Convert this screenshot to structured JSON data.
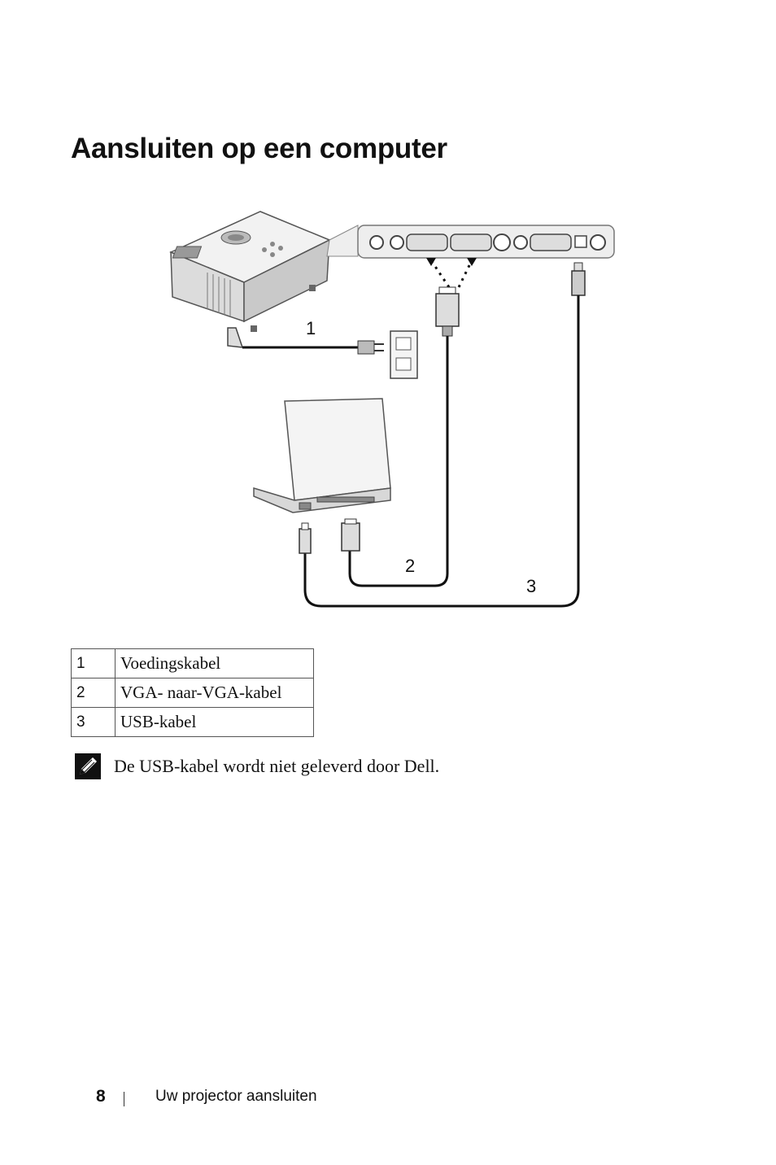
{
  "page": {
    "title": "Aansluiten op een computer"
  },
  "figure": {
    "callouts": [
      "1",
      "2",
      "3"
    ]
  },
  "legend": [
    {
      "num": "1",
      "label": "Voedingskabel"
    },
    {
      "num": "2",
      "label": "VGA- naar-VGA-kabel"
    },
    {
      "num": "3",
      "label": "USB-kabel"
    }
  ],
  "note": {
    "icon": "note-pencil-icon",
    "text": "De USB-kabel wordt niet geleverd door Dell."
  },
  "footer": {
    "page_number": "8",
    "section": "Uw projector aansluiten"
  }
}
